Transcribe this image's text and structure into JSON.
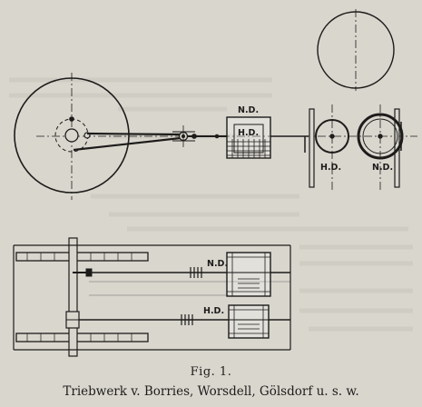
{
  "labels": {
    "nd_side": "N.D.",
    "hd_side": "H.D.",
    "hd_end": "H.D.",
    "nd_end": "N.D.",
    "nd_plan": "N.D.",
    "hd_plan": "H.D."
  },
  "caption": {
    "figure_number": "Fig. 1.",
    "title": "Triebwerk v. Borries, Worsdell, Gölsdorf u. s. w."
  },
  "colors": {
    "paper": "#d9d6ce",
    "ink": "#1d1c1a",
    "bleed_text": "#c4c1b8"
  }
}
